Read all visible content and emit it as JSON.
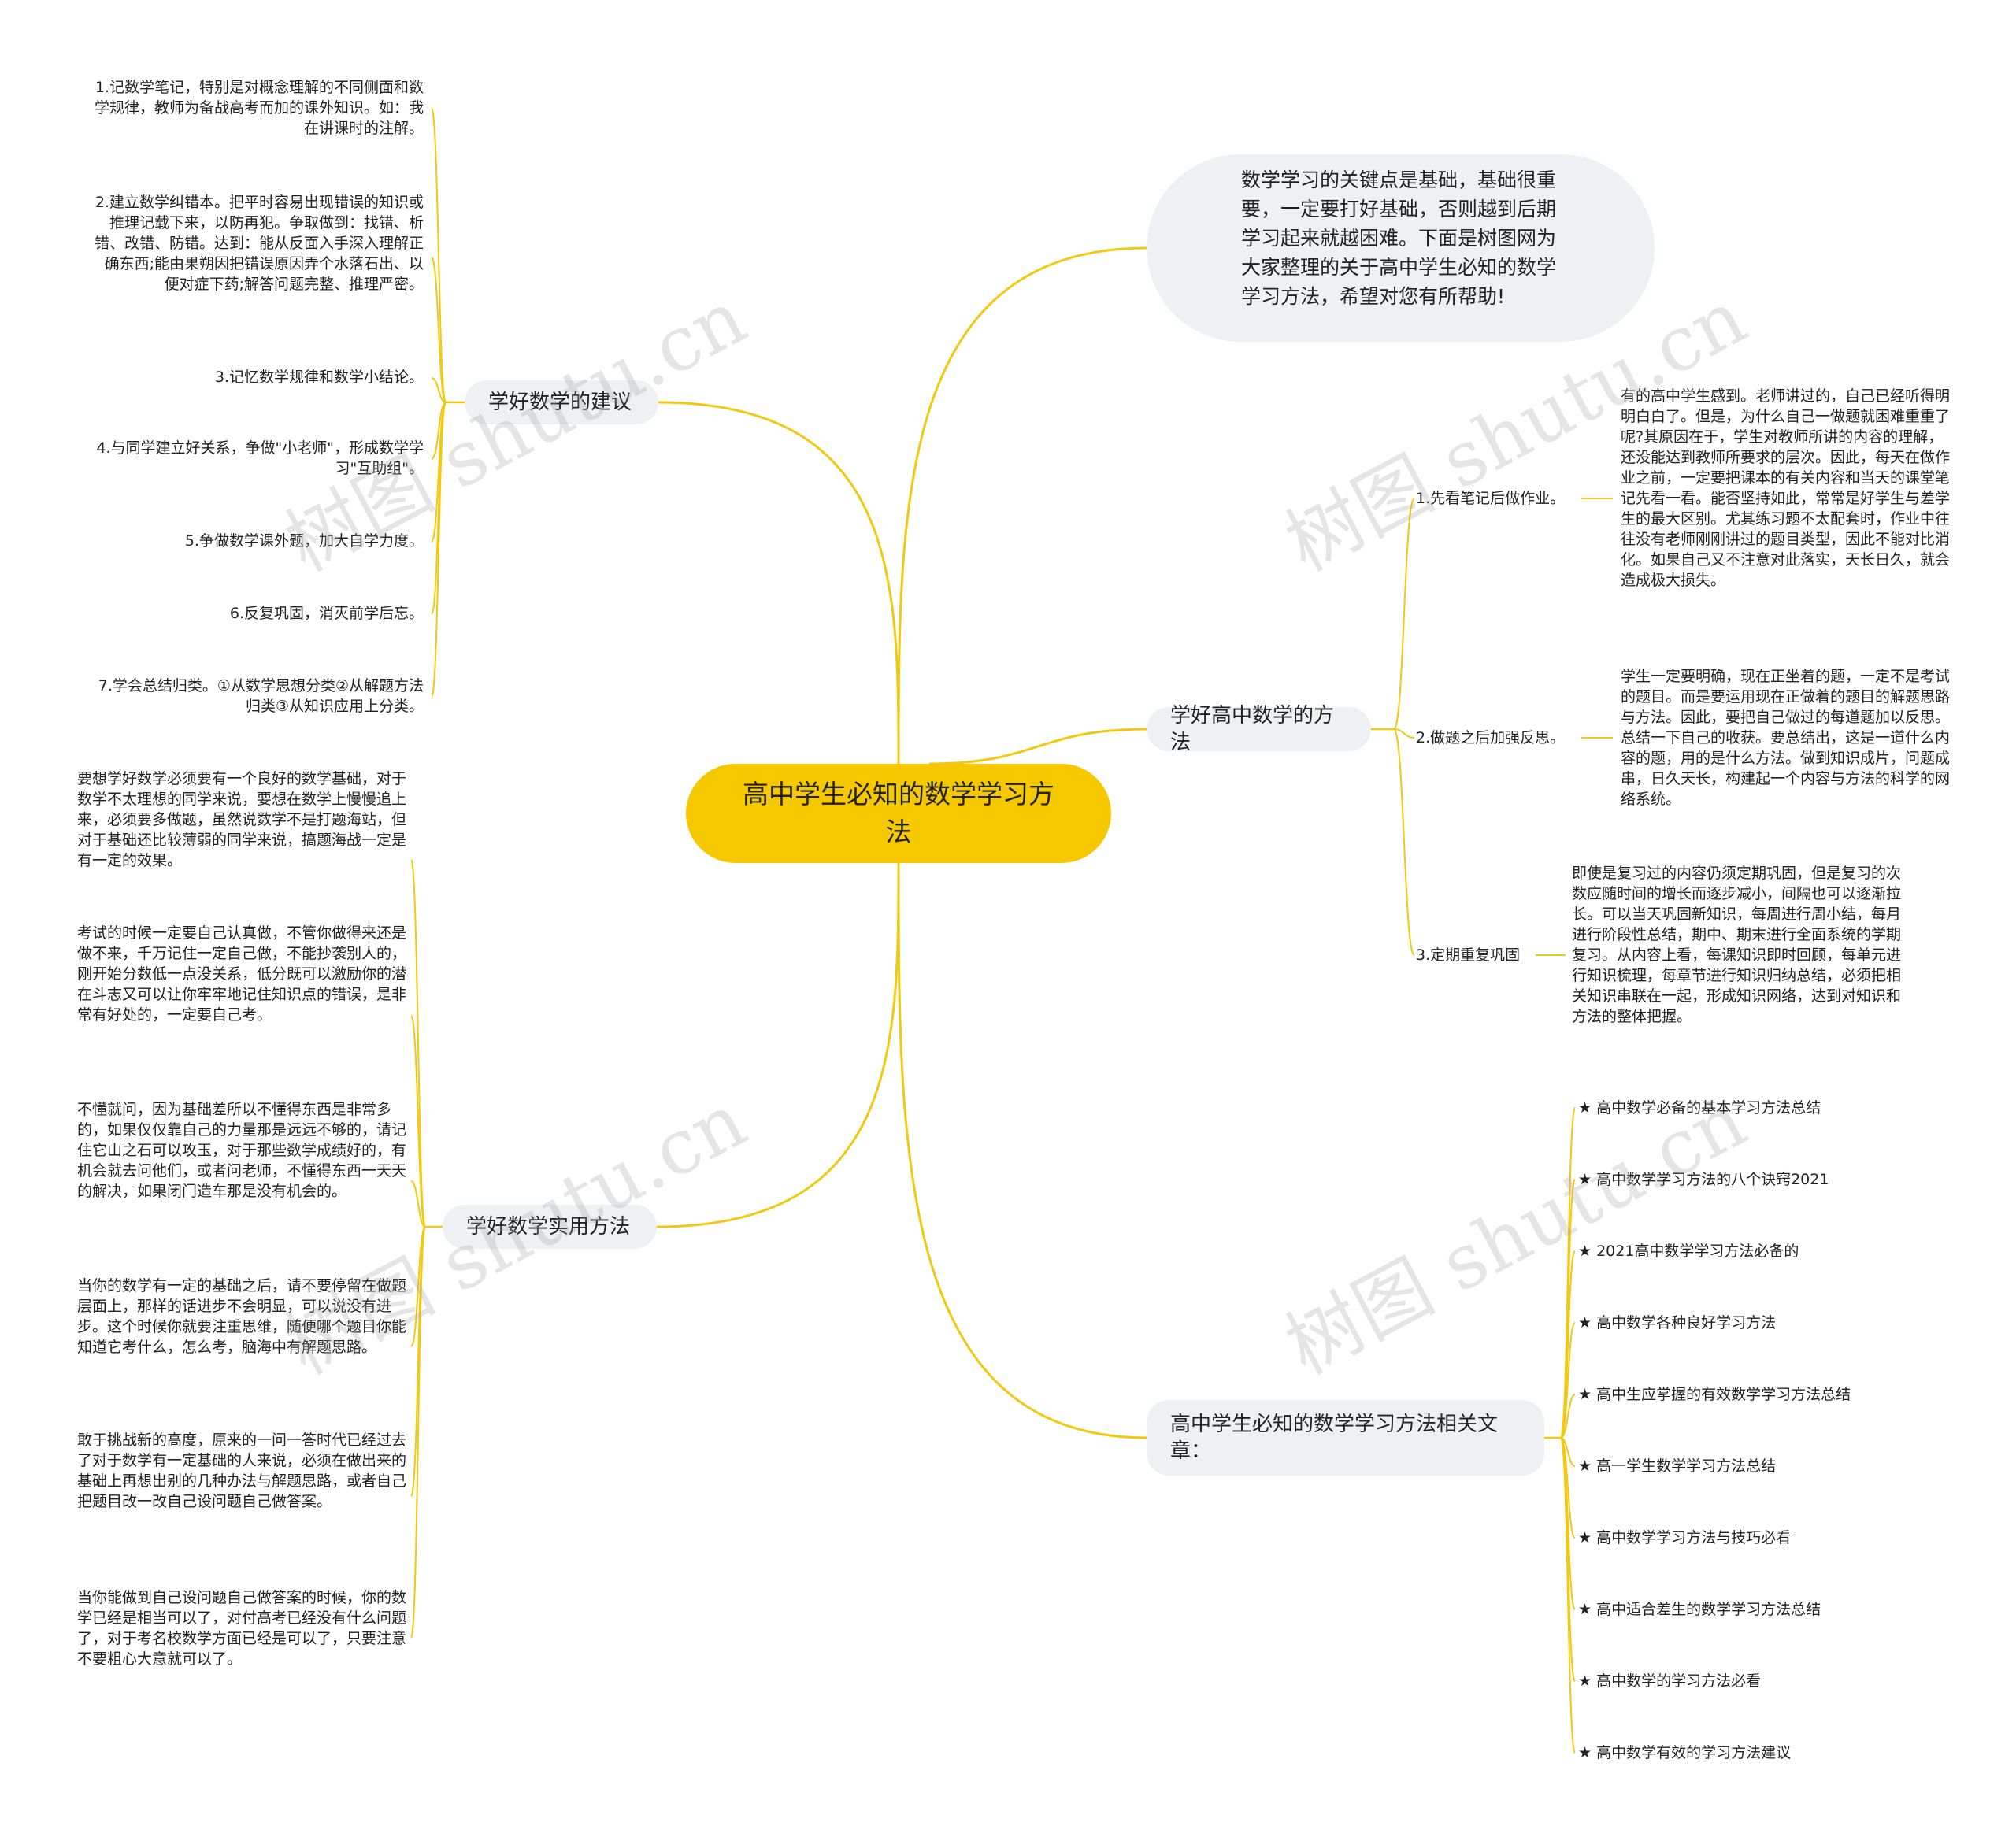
{
  "root": {
    "title": "高中学生必知的数学学习方法"
  },
  "intro": {
    "text": "数学学习的关键点是基础，基础很重要，一定要打好基础，否则越到后期学习起来就越困难。下面是树图网为大家整理的关于高中学生必知的数学学习方法，希望对您有所帮助!"
  },
  "branches": {
    "suggestions": {
      "label": "学好数学的建议",
      "items": [
        "1.记数学笔记，特别是对概念理解的不同侧面和数学规律，教师为备战高考而加的课外知识。如：我在讲课时的注解。",
        "2.建立数学纠错本。把平时容易出现错误的知识或推理记载下来，以防再犯。争取做到：找错、析错、改错、防错。达到：能从反面入手深入理解正确东西;能由果朔因把错误原因弄个水落石出、以便对症下药;解答问题完整、推理严密。",
        "3.记忆数学规律和数学小结论。",
        "4.与同学建立好关系，争做\"小老师\"，形成数学学习\"互助组\"。",
        "5.争做数学课外题，加大自学力度。",
        "6.反复巩固，消灭前学后忘。",
        "7.学会总结归类。①从数学思想分类②从解题方法归类③从知识应用上分类。"
      ]
    },
    "methods": {
      "label": "学好高中数学的方法",
      "items": [
        {
          "label": "1.先看笔记后做作业。",
          "detail": "有的高中学生感到。老师讲过的，自己已经听得明明白白了。但是，为什么自己一做题就困难重重了呢?其原因在于，学生对教师所讲的内容的理解，还没能达到教师所要求的层次。因此，每天在做作业之前，一定要把课本的有关内容和当天的课堂笔记先看一看。能否坚持如此，常常是好学生与差学生的最大区别。尤其练习题不太配套时，作业中往往没有老师刚刚讲过的题目类型，因此不能对比消化。如果自己又不注意对此落实，天长日久，就会造成极大损失。"
        },
        {
          "label": "2.做题之后加强反思。",
          "detail": "学生一定要明确，现在正坐着的题，一定不是考试的题目。而是要运用现在正做着的题目的解题思路与方法。因此，要把自己做过的每道题加以反思。总结一下自己的收获。要总结出，这是一道什么内容的题，用的是什么方法。做到知识成片，问题成串，日久天长，构建起一个内容与方法的科学的网络系统。"
        },
        {
          "label": "3.定期重复巩固",
          "detail": "即使是复习过的内容仍须定期巩固，但是复习的次数应随时间的增长而逐步减小，间隔也可以逐渐拉长。可以当天巩固新知识，每周进行周小结，每月进行阶段性总结，期中、期末进行全面系统的学期复习。从内容上看，每课知识即时回顾，每单元进行知识梳理，每章节进行知识归纳总结，必须把相关知识串联在一起，形成知识网络，达到对知识和方法的整体把握。"
        }
      ]
    },
    "practical": {
      "label": "学好数学实用方法",
      "items": [
        "要想学好数学必须要有一个良好的数学基础，对于数学不太理想的同学来说，要想在数学上慢慢追上来，必须要多做题，虽然说数学不是打题海站，但对于基础还比较薄弱的同学来说，搞题海战一定是有一定的效果。",
        "考试的时候一定要自己认真做，不管你做得来还是做不来，千万记住一定自己做，不能抄袭别人的，刚开始分数低一点没关系，低分既可以激励你的潜在斗志又可以让你牢牢地记住知识点的错误，是非常有好处的，一定要自己考。",
        "不懂就问，因为基础差所以不懂得东西是非常多的，如果仅仅靠自己的力量那是远远不够的，请记住它山之石可以攻玉，对于那些数学成绩好的，有机会就去问他们，或者问老师，不懂得东西一天天的解决，如果闭门造车那是没有机会的。",
        "当你的数学有一定的基础之后，请不要停留在做题层面上，那样的话进步不会明显，可以说没有进步。这个时候你就要注重思维，随便哪个题目你能知道它考什么，怎么考，脑海中有解题思路。",
        "敢于挑战新的高度，原来的一问一答时代已经过去了对于数学有一定基础的人来说，必须在做出来的基础上再想出别的几种办法与解题思路，或者自己把题目改一改自己设问题自己做答案。",
        "当你能做到自己设问题自己做答案的时候，你的数学已经是相当可以了，对付高考已经没有什么问题了，对于考名校数学方面已经是可以了，只要注意不要粗心大意就可以了。"
      ]
    },
    "related": {
      "label": "高中学生必知的数学学习方法相关文章：",
      "items": [
        "★ 高中数学必备的基本学习方法总结",
        "★ 高中数学学习方法的八个诀窍2021",
        "★ 2021高中数学学习方法必备的",
        "★ 高中数学各种良好学习方法",
        "★ 高中生应掌握的有效数学学习方法总结",
        "★ 高一学生数学学习方法总结",
        "★ 高中数学学习方法与技巧必看",
        "★ 高中适合差生的数学学习方法总结",
        "★ 高中数学的学习方法必看",
        "★ 高中数学有效的学习方法建议"
      ]
    }
  },
  "watermark": "树图 shutu.cn",
  "colors": {
    "line": "#f2c811",
    "root": "#f6c800",
    "node": "#eef1f4"
  }
}
